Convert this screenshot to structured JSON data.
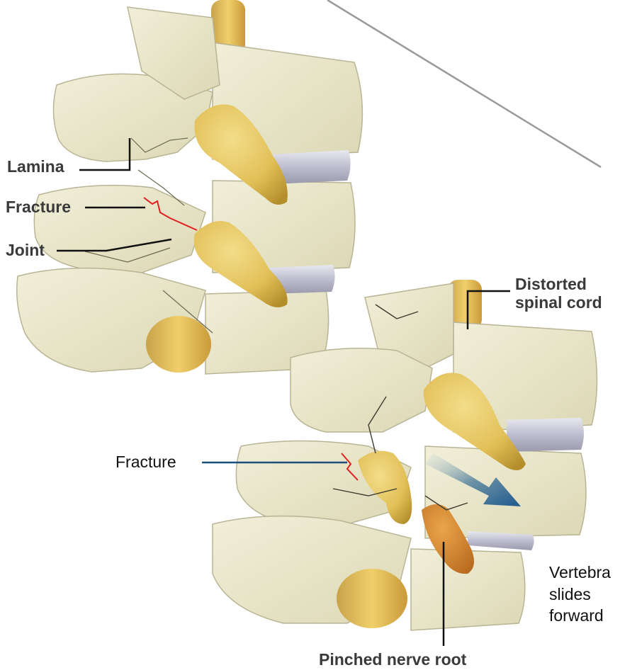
{
  "labels": {
    "lamina": "Lamina",
    "fracture_top": "Fracture",
    "joint": "Joint",
    "distorted_line1": "Distorted",
    "distorted_line2": "spinal cord",
    "fracture_bottom": "Fracture",
    "vertebra_line1": "Vertebra",
    "vertebra_line2": "slides",
    "vertebra_line3": "forward",
    "pinched": "Pinched nerve root"
  },
  "colors": {
    "bone": "#e9e6c8",
    "bone_shadow": "#cfcba6",
    "crack": "#2e2e22",
    "spinal_cord": "#e8c050",
    "nerve_root_pinched": "#d9892a",
    "disc": "#c8c8d8",
    "fracture_line": "#e02020",
    "leader_line": "#111111",
    "fracture_leader": "#1e4e7a",
    "arrow": "#2d6490"
  },
  "icons": {
    "slip_arrow": "arrow-down-right-icon"
  }
}
